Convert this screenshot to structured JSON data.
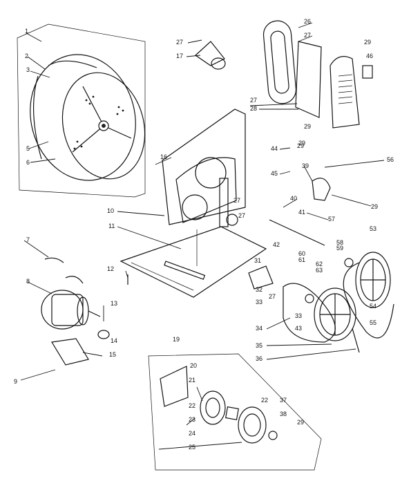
{
  "callouts": [
    "1",
    "2",
    "3",
    "5",
    "6",
    "7",
    "8",
    "9",
    "10",
    "11",
    "12",
    "13",
    "14",
    "15",
    "16",
    "17",
    "19",
    "20",
    "21",
    "22",
    "22",
    "23",
    "24",
    "25",
    "26",
    "27",
    "27",
    "27",
    "27",
    "27",
    "27",
    "28",
    "29",
    "29",
    "29",
    "29",
    "29",
    "29",
    "31",
    "32",
    "33",
    "33",
    "34",
    "35",
    "36",
    "37",
    "38",
    "39",
    "40",
    "41",
    "42",
    "43",
    "44",
    "45",
    "46",
    "53",
    "54",
    "55",
    "56",
    "57",
    "58",
    "59",
    "60",
    "61",
    "62",
    "63"
  ]
}
